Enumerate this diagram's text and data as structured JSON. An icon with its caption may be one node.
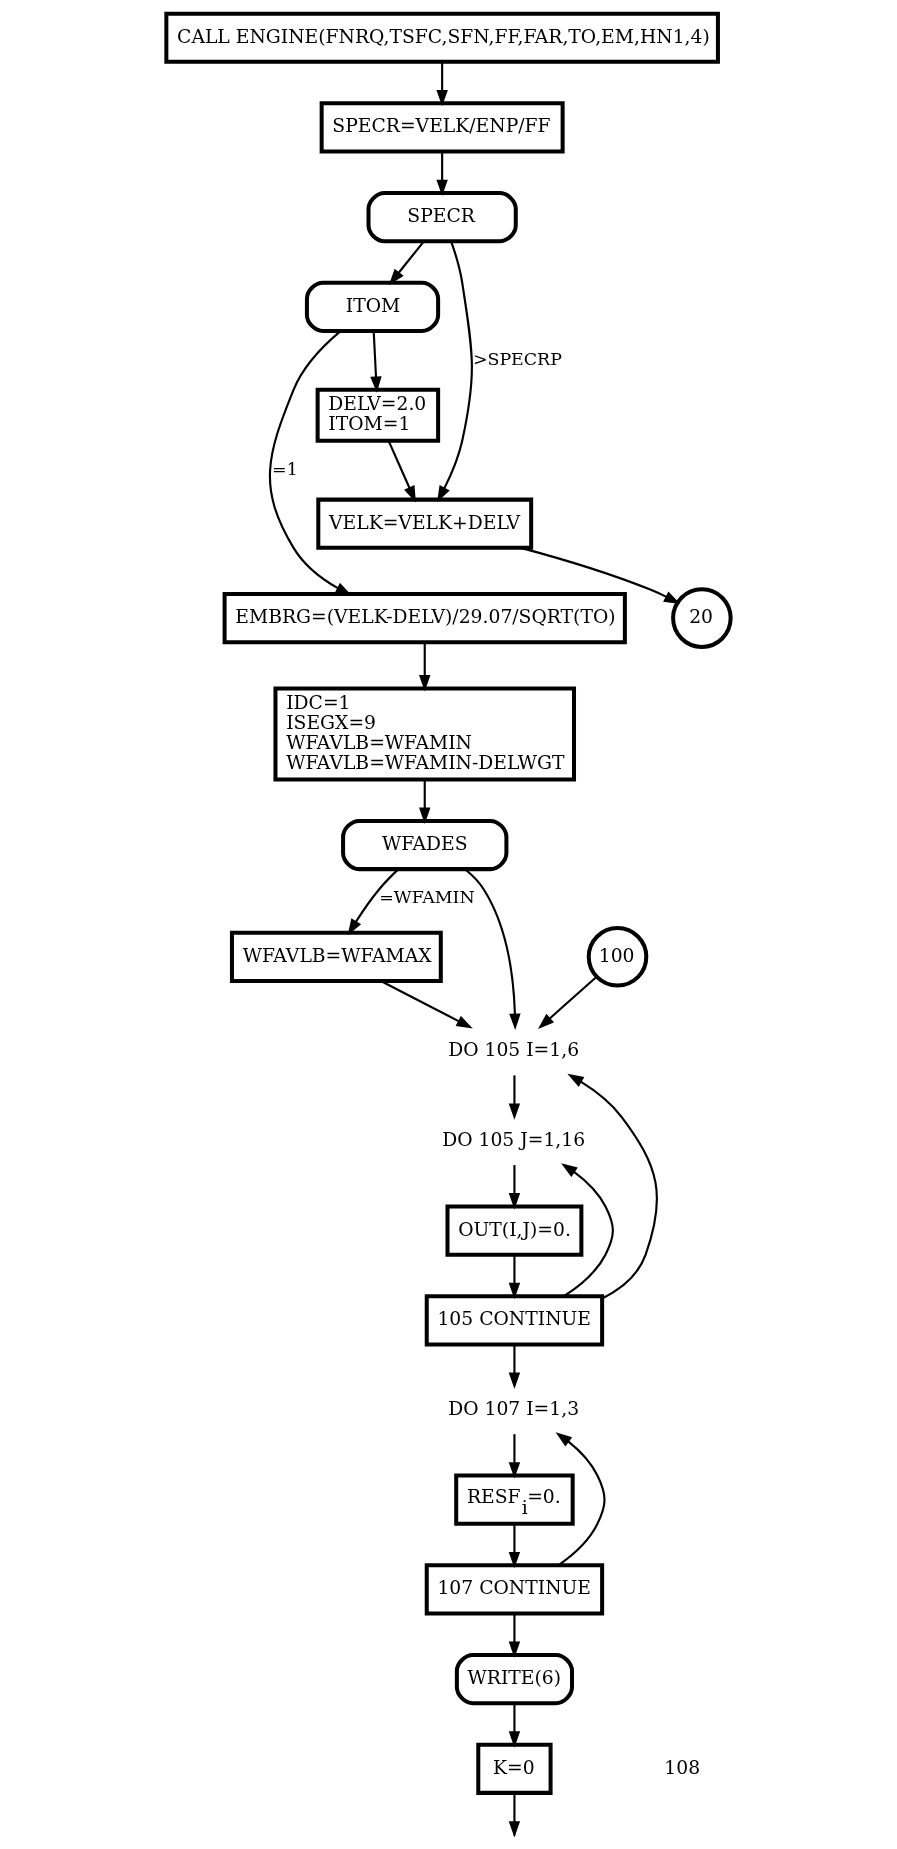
{
  "diagram": {
    "nodes": [
      {
        "text": [
          "CALL ENGINE(FNRQ,TSFC,SFN,FF,FAR,TO,EM,HN1,4)"
        ]
      },
      {
        "text": [
          "SPECR=VELK/ENP/FF"
        ]
      },
      {
        "text": [
          "SPECR"
        ]
      },
      {
        "text": [
          "ITOM"
        ]
      },
      {
        "text": [
          "DELV=2.0",
          "ITOM=1"
        ]
      },
      {
        "text": [
          "VELK=VELK+DELV"
        ]
      },
      {
        "text": [
          "20"
        ]
      },
      {
        "text": [
          "EMBRG=(VELK-DELV)/29.07/SQRT(TO)"
        ]
      },
      {
        "text": [
          "IDC=1",
          "ISEGX=9",
          "WFAVLB=WFAMIN",
          "WFAVLB=WFAMIN-DELWGT"
        ]
      },
      {
        "text": [
          "WFADES"
        ]
      },
      {
        "text": [
          "WFAVLB=WFAMAX"
        ]
      },
      {
        "text": [
          "100"
        ]
      },
      {
        "text": [
          "DO 105 I=1,6"
        ]
      },
      {
        "text": [
          "DO 105 J=1,16"
        ]
      },
      {
        "text": [
          "OUT(I,J)=0."
        ]
      },
      {
        "text": [
          "105 CONTINUE"
        ]
      },
      {
        "text": [
          "DO 107 I=1,3"
        ]
      },
      {
        "text": [
          "RESF$_{i}$=0."
        ]
      },
      {
        "text": [
          "107 CONTINUE"
        ]
      },
      {
        "text": [
          "WRITE(6)"
        ]
      },
      {
        "text": [
          "K=0"
        ]
      }
    ],
    "edges": [
      {
        "from": 0,
        "to": 1,
        "arrow": "to"
      },
      {
        "from": 1,
        "to": 2,
        "arrow": "to"
      },
      {
        "from": 2,
        "to": 3,
        "arrow": "to"
      },
      {
        "from": 2,
        "to": 5,
        "arrow": "to",
        "label": ">SPECRP"
      },
      {
        "from": 3,
        "to": 4,
        "arrow": "to"
      },
      {
        "from": 3,
        "to": 7,
        "arrow": "to",
        "label": "=1"
      },
      {
        "from": 4,
        "to": 5,
        "arrow": "to"
      },
      {
        "from": 5,
        "to": 6,
        "arrow": "to"
      },
      {
        "from": 7,
        "to": 8,
        "arrow": "to"
      },
      {
        "from": 8,
        "to": 9,
        "arrow": "to"
      },
      {
        "from": 9,
        "to": 10,
        "arrow": "to",
        "label": "=WFAMIN"
      },
      {
        "from": 9,
        "to": 12,
        "arrow": "to"
      },
      {
        "from": 10,
        "to": 12,
        "arrow": "to"
      },
      {
        "from": 11,
        "to": 12,
        "arrow": "to"
      },
      {
        "from": 12,
        "to": 13,
        "arrow": "to"
      },
      {
        "from": 13,
        "to": 14,
        "arrow": "to"
      },
      {
        "from": 14,
        "to": 15,
        "arrow": "to"
      },
      {
        "from": 15,
        "to": 13,
        "arrow": "to"
      },
      {
        "from": 15,
        "to": 12,
        "arrow": "to"
      },
      {
        "from": 15,
        "to": 16,
        "arrow": "to"
      },
      {
        "from": 16,
        "to": 17,
        "arrow": "to"
      },
      {
        "from": 17,
        "to": 18,
        "arrow": "to"
      },
      {
        "from": 18,
        "to": 16,
        "arrow": "to"
      },
      {
        "from": 18,
        "to": 19,
        "arrow": "to"
      },
      {
        "from": 19,
        "to": 20,
        "arrow": "to"
      },
      {
        "from": 20,
        "to": null,
        "arrow": "to"
      }
    ],
    "labels": [
      "108"
    ]
  }
}
